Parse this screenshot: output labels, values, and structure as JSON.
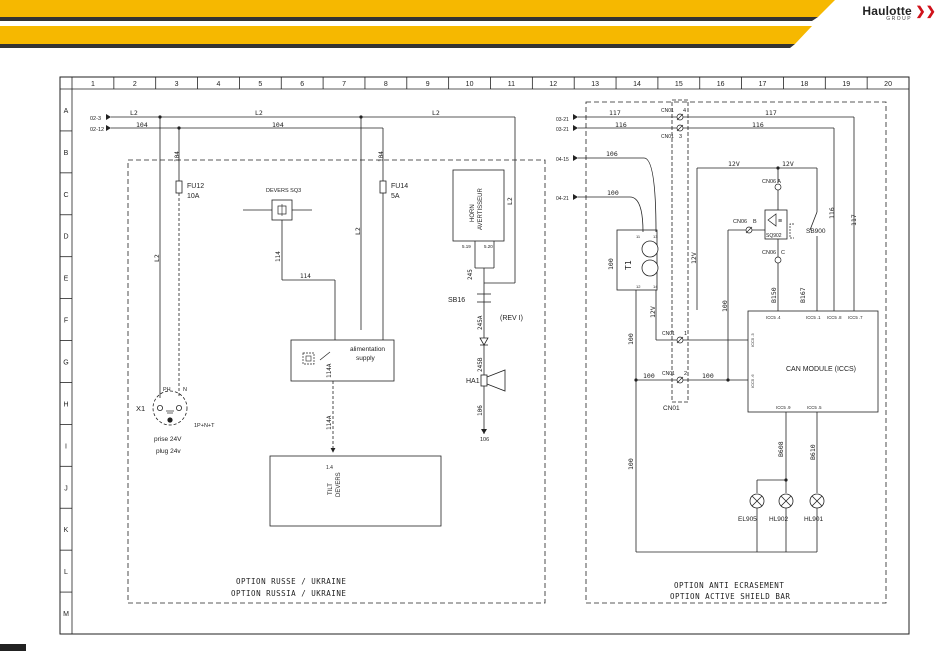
{
  "header": {
    "brand": "Haulotte",
    "brand_sub": "GROUP"
  },
  "grid": {
    "columns": [
      "1",
      "2",
      "3",
      "4",
      "5",
      "6",
      "7",
      "8",
      "9",
      "10",
      "11",
      "12",
      "13",
      "14",
      "15",
      "16",
      "17",
      "18",
      "19",
      "20"
    ],
    "rows": [
      "A",
      "B",
      "C",
      "D",
      "E",
      "F",
      "G",
      "H",
      "I",
      "J",
      "K",
      "L",
      "M"
    ]
  },
  "left_section": {
    "inputs": {
      "l2_ref": "02-3",
      "w104_ref": "02-12"
    },
    "wires": {
      "l2": "L2",
      "w104": "104",
      "w114": "114",
      "w245": "245",
      "w245a": "245A",
      "w245b": "245B",
      "w106": "106",
      "w114a": "114A"
    },
    "fu12": {
      "name": "FU12",
      "rating": "10A"
    },
    "fu14": {
      "name": "FU14",
      "rating": "5A"
    },
    "devers": "DEVERS SQ3",
    "horn": [
      "HORN",
      "AVERTISSEUR"
    ],
    "horn_pins": [
      "5.19",
      "5.20"
    ],
    "sb16": "SB16",
    "rev": "(REV I)",
    "ha1": "HA1",
    "supply": [
      "alimentation",
      "supply"
    ],
    "x1": "X1",
    "ph": "PH",
    "n": "N",
    "socket_note": "1P+N+T",
    "prise": "prise 24V",
    "plug": "plug 24v",
    "tilt_pin": "1.4",
    "tilt": [
      "TILT",
      "DEVERS"
    ],
    "caption_fr": "OPTION RUSSE / UKRAINE",
    "caption_en": "OPTION RUSSIA / UKRAINE"
  },
  "right_section": {
    "inputs": {
      "w117_ref": "03-21",
      "w116_ref": "03-21",
      "w106_ref": "04-15",
      "w100_ref": "04-21"
    },
    "wires": {
      "w117": "117",
      "w116": "116",
      "w106": "106",
      "w100": "100",
      "v12": "12V",
      "b150": "B150",
      "b167": "B167",
      "b608": "B608",
      "b610": "B610"
    },
    "cn01": "CN01",
    "cn01_pins": [
      "4",
      "3",
      "1",
      "2"
    ],
    "cn06": [
      "CN06 A",
      "CN06",
      "B",
      "CN06",
      "C"
    ],
    "sq902": "SQ902",
    "sb900": "SB900",
    "t1": "T1",
    "t1_pins": [
      "11",
      "12",
      "13",
      "14"
    ],
    "can_module": "CAN MODULE (ICCS)",
    "pins_top": [
      "ICC5 .4",
      "ICC5 .1",
      "ICC5 .8",
      "ICC5 .7"
    ],
    "pins_left": [
      "ICC5 .3",
      "ICC5 .6"
    ],
    "pins_bottom": [
      "ICC5 .9",
      "ICC5 .5"
    ],
    "lamps": [
      "EL905",
      "HL902",
      "HL901"
    ],
    "caption_fr": "OPTION ANTI ECRASEMENT",
    "caption_en": "OPTION ACTIVE SHIELD BAR"
  }
}
